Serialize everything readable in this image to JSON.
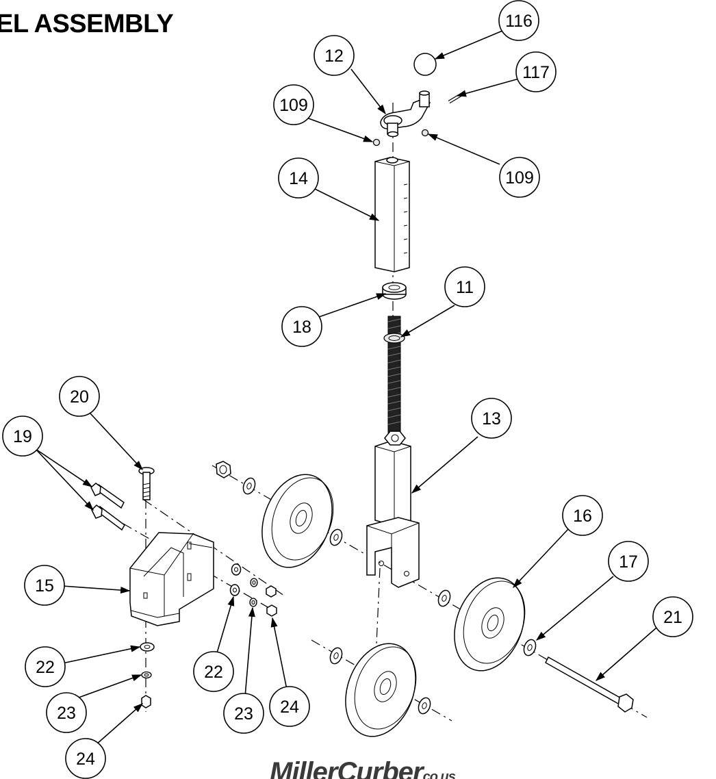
{
  "title": "EL ASSEMBLY",
  "logo": {
    "text": "MillerCurber",
    "suffix": "co.us"
  },
  "callouts": [
    {
      "id": "c116",
      "label": "116"
    },
    {
      "id": "c12",
      "label": "12"
    },
    {
      "id": "c117",
      "label": "117"
    },
    {
      "id": "c109a",
      "label": "109"
    },
    {
      "id": "c109b",
      "label": "109"
    },
    {
      "id": "c14",
      "label": "14"
    },
    {
      "id": "c11",
      "label": "11"
    },
    {
      "id": "c18",
      "label": "18"
    },
    {
      "id": "c13",
      "label": "13"
    },
    {
      "id": "c20",
      "label": "20"
    },
    {
      "id": "c19",
      "label": "19"
    },
    {
      "id": "c16",
      "label": "16"
    },
    {
      "id": "c17",
      "label": "17"
    },
    {
      "id": "c15",
      "label": "15"
    },
    {
      "id": "c21",
      "label": "21"
    },
    {
      "id": "c22a",
      "label": "22"
    },
    {
      "id": "c22b",
      "label": "22"
    },
    {
      "id": "c24a",
      "label": "24"
    },
    {
      "id": "c23a",
      "label": "23"
    },
    {
      "id": "c23b",
      "label": "23"
    },
    {
      "id": "c24b",
      "label": "24"
    }
  ]
}
